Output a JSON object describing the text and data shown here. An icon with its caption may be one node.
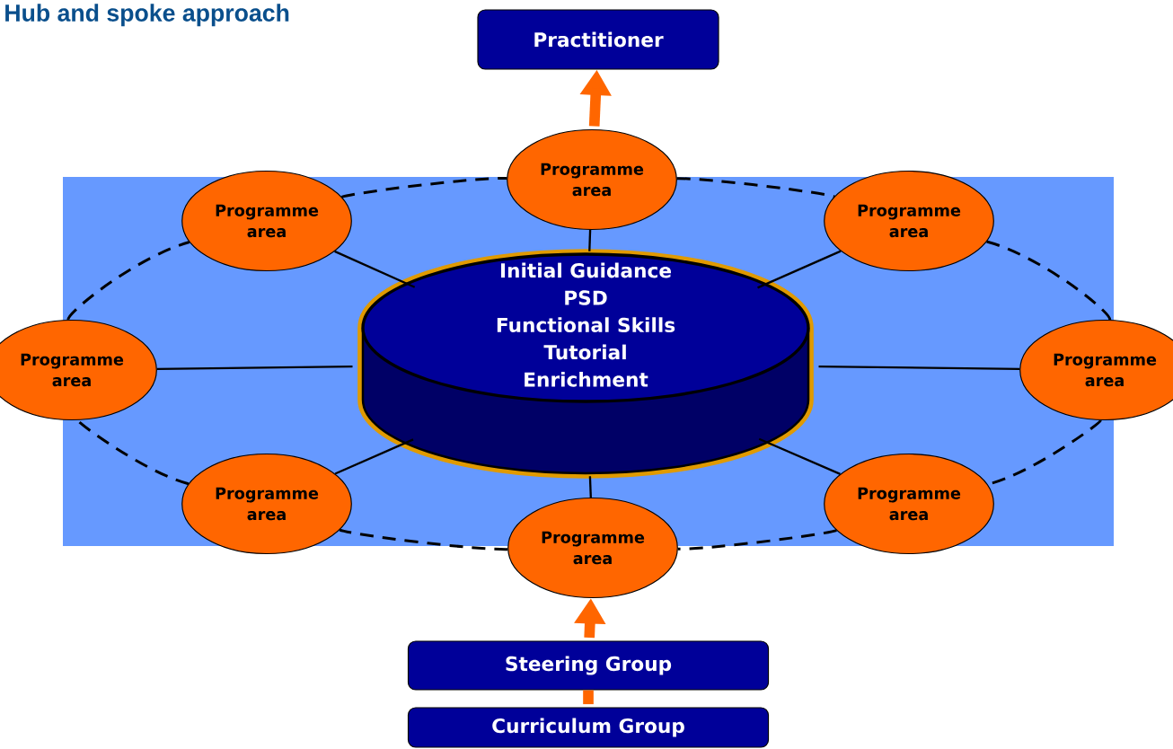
{
  "diagram": {
    "title": "Hub and spoke approach",
    "nodes": [
      {
        "text": [
          "Practitioner"
        ]
      },
      {
        "text": [
          "Initial Guidance",
          "PSD",
          "Functional Skills",
          "Tutorial",
          "Enrichment"
        ]
      },
      {
        "text": [
          "Programme area"
        ]
      },
      {
        "text": [
          "Programme area"
        ]
      },
      {
        "text": [
          "Programme area"
        ]
      },
      {
        "text": [
          "Programme area"
        ]
      },
      {
        "text": [
          "Programme area"
        ]
      },
      {
        "text": [
          "Programme area"
        ]
      },
      {
        "text": [
          "Programme area"
        ]
      },
      {
        "text": [
          "Programme area"
        ]
      },
      {
        "text": [
          "Steering Group"
        ]
      },
      {
        "text": [
          "Curriculum Group"
        ]
      }
    ],
    "edges": [
      {
        "from": 1,
        "to": 2,
        "arrow": "none"
      },
      {
        "from": 1,
        "to": 3,
        "arrow": "none"
      },
      {
        "from": 1,
        "to": 4,
        "arrow": "none"
      },
      {
        "from": 1,
        "to": 5,
        "arrow": "none"
      },
      {
        "from": 1,
        "to": 6,
        "arrow": "none"
      },
      {
        "from": 1,
        "to": 7,
        "arrow": "none"
      },
      {
        "from": 1,
        "to": 8,
        "arrow": "none"
      },
      {
        "from": 1,
        "to": 9,
        "arrow": "none"
      },
      {
        "from": 2,
        "to": 4,
        "arrow": "none",
        "style": "dashed"
      },
      {
        "from": 4,
        "to": 6,
        "arrow": "none",
        "style": "dashed"
      },
      {
        "from": 6,
        "to": 8,
        "arrow": "none",
        "style": "dashed"
      },
      {
        "from": 8,
        "to": 9,
        "arrow": "none",
        "style": "dashed"
      },
      {
        "from": 9,
        "to": 7,
        "arrow": "none",
        "style": "dashed"
      },
      {
        "from": 7,
        "to": 5,
        "arrow": "none",
        "style": "dashed"
      },
      {
        "from": 5,
        "to": 3,
        "arrow": "none",
        "style": "dashed"
      },
      {
        "from": 3,
        "to": 2,
        "arrow": "none",
        "style": "dashed"
      },
      {
        "from": 2,
        "to": 0,
        "arrow": "to",
        "style": "thick",
        "color": "#ff6600"
      },
      {
        "from": 11,
        "to": 10,
        "arrow": "none",
        "style": "thick",
        "color": "#ff6600"
      },
      {
        "from": 10,
        "to": 9,
        "arrow": "to",
        "style": "thick",
        "color": "#ff6600"
      }
    ]
  }
}
